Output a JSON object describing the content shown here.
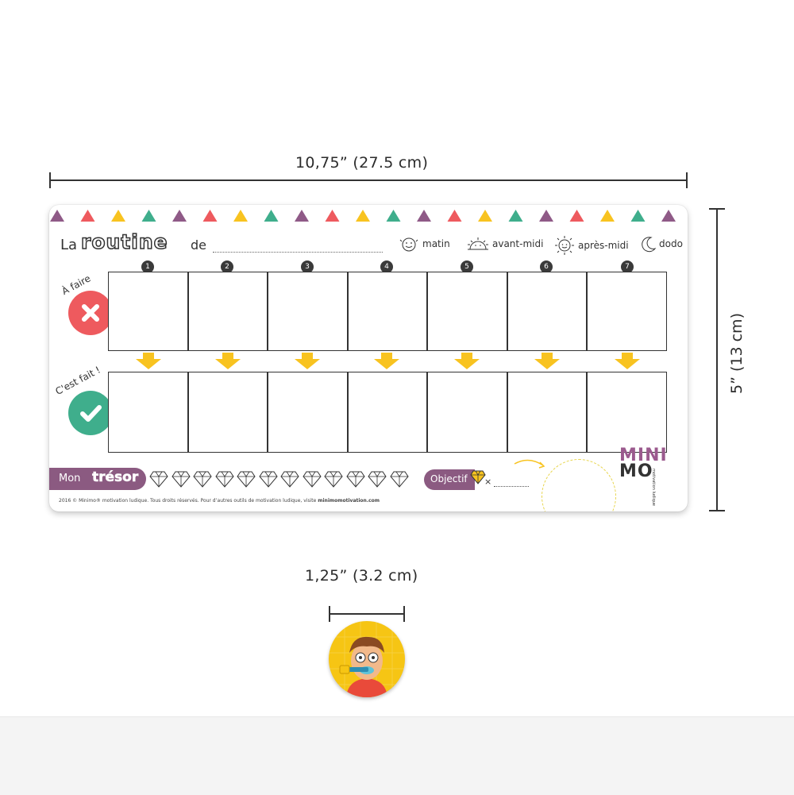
{
  "dimensions": {
    "width_label": "10,75” (27.5 cm)",
    "height_label": "5” (13 cm)",
    "magnet_label": "1,25” (3.2 cm)"
  },
  "chart": {
    "title_prefix": "La",
    "title_main": "routine",
    "title_suffix": "de",
    "times_of_day": [
      "matin",
      "avant-midi",
      "après-midi",
      "dodo"
    ],
    "day_numbers": [
      "1",
      "2",
      "3",
      "4",
      "5",
      "6",
      "7"
    ],
    "todo_label": "À faire",
    "done_label": "C'est fait !",
    "tresor_prefix": "Mon",
    "tresor_main": "trésor",
    "objectif_label": "Objectif",
    "objectif_times": "×",
    "footer_text": "2016 © Minimo® motivation ludique. Tous droits réservés. Pour d’autres outils de motivation ludique, visite",
    "footer_link": "minimomotivation.com",
    "logo_top": "MINI",
    "logo_bottom": "MO",
    "logo_sub": "motivation ludique"
  },
  "colors": {
    "todo_red": "#ee5a5e",
    "done_green": "#3fae8c",
    "arrow_yellow": "#f8c320",
    "tag_purple": "#8b5a81",
    "bunting": [
      "#8f5a87",
      "#ee5a5e",
      "#f8c320",
      "#3fae8c"
    ]
  }
}
